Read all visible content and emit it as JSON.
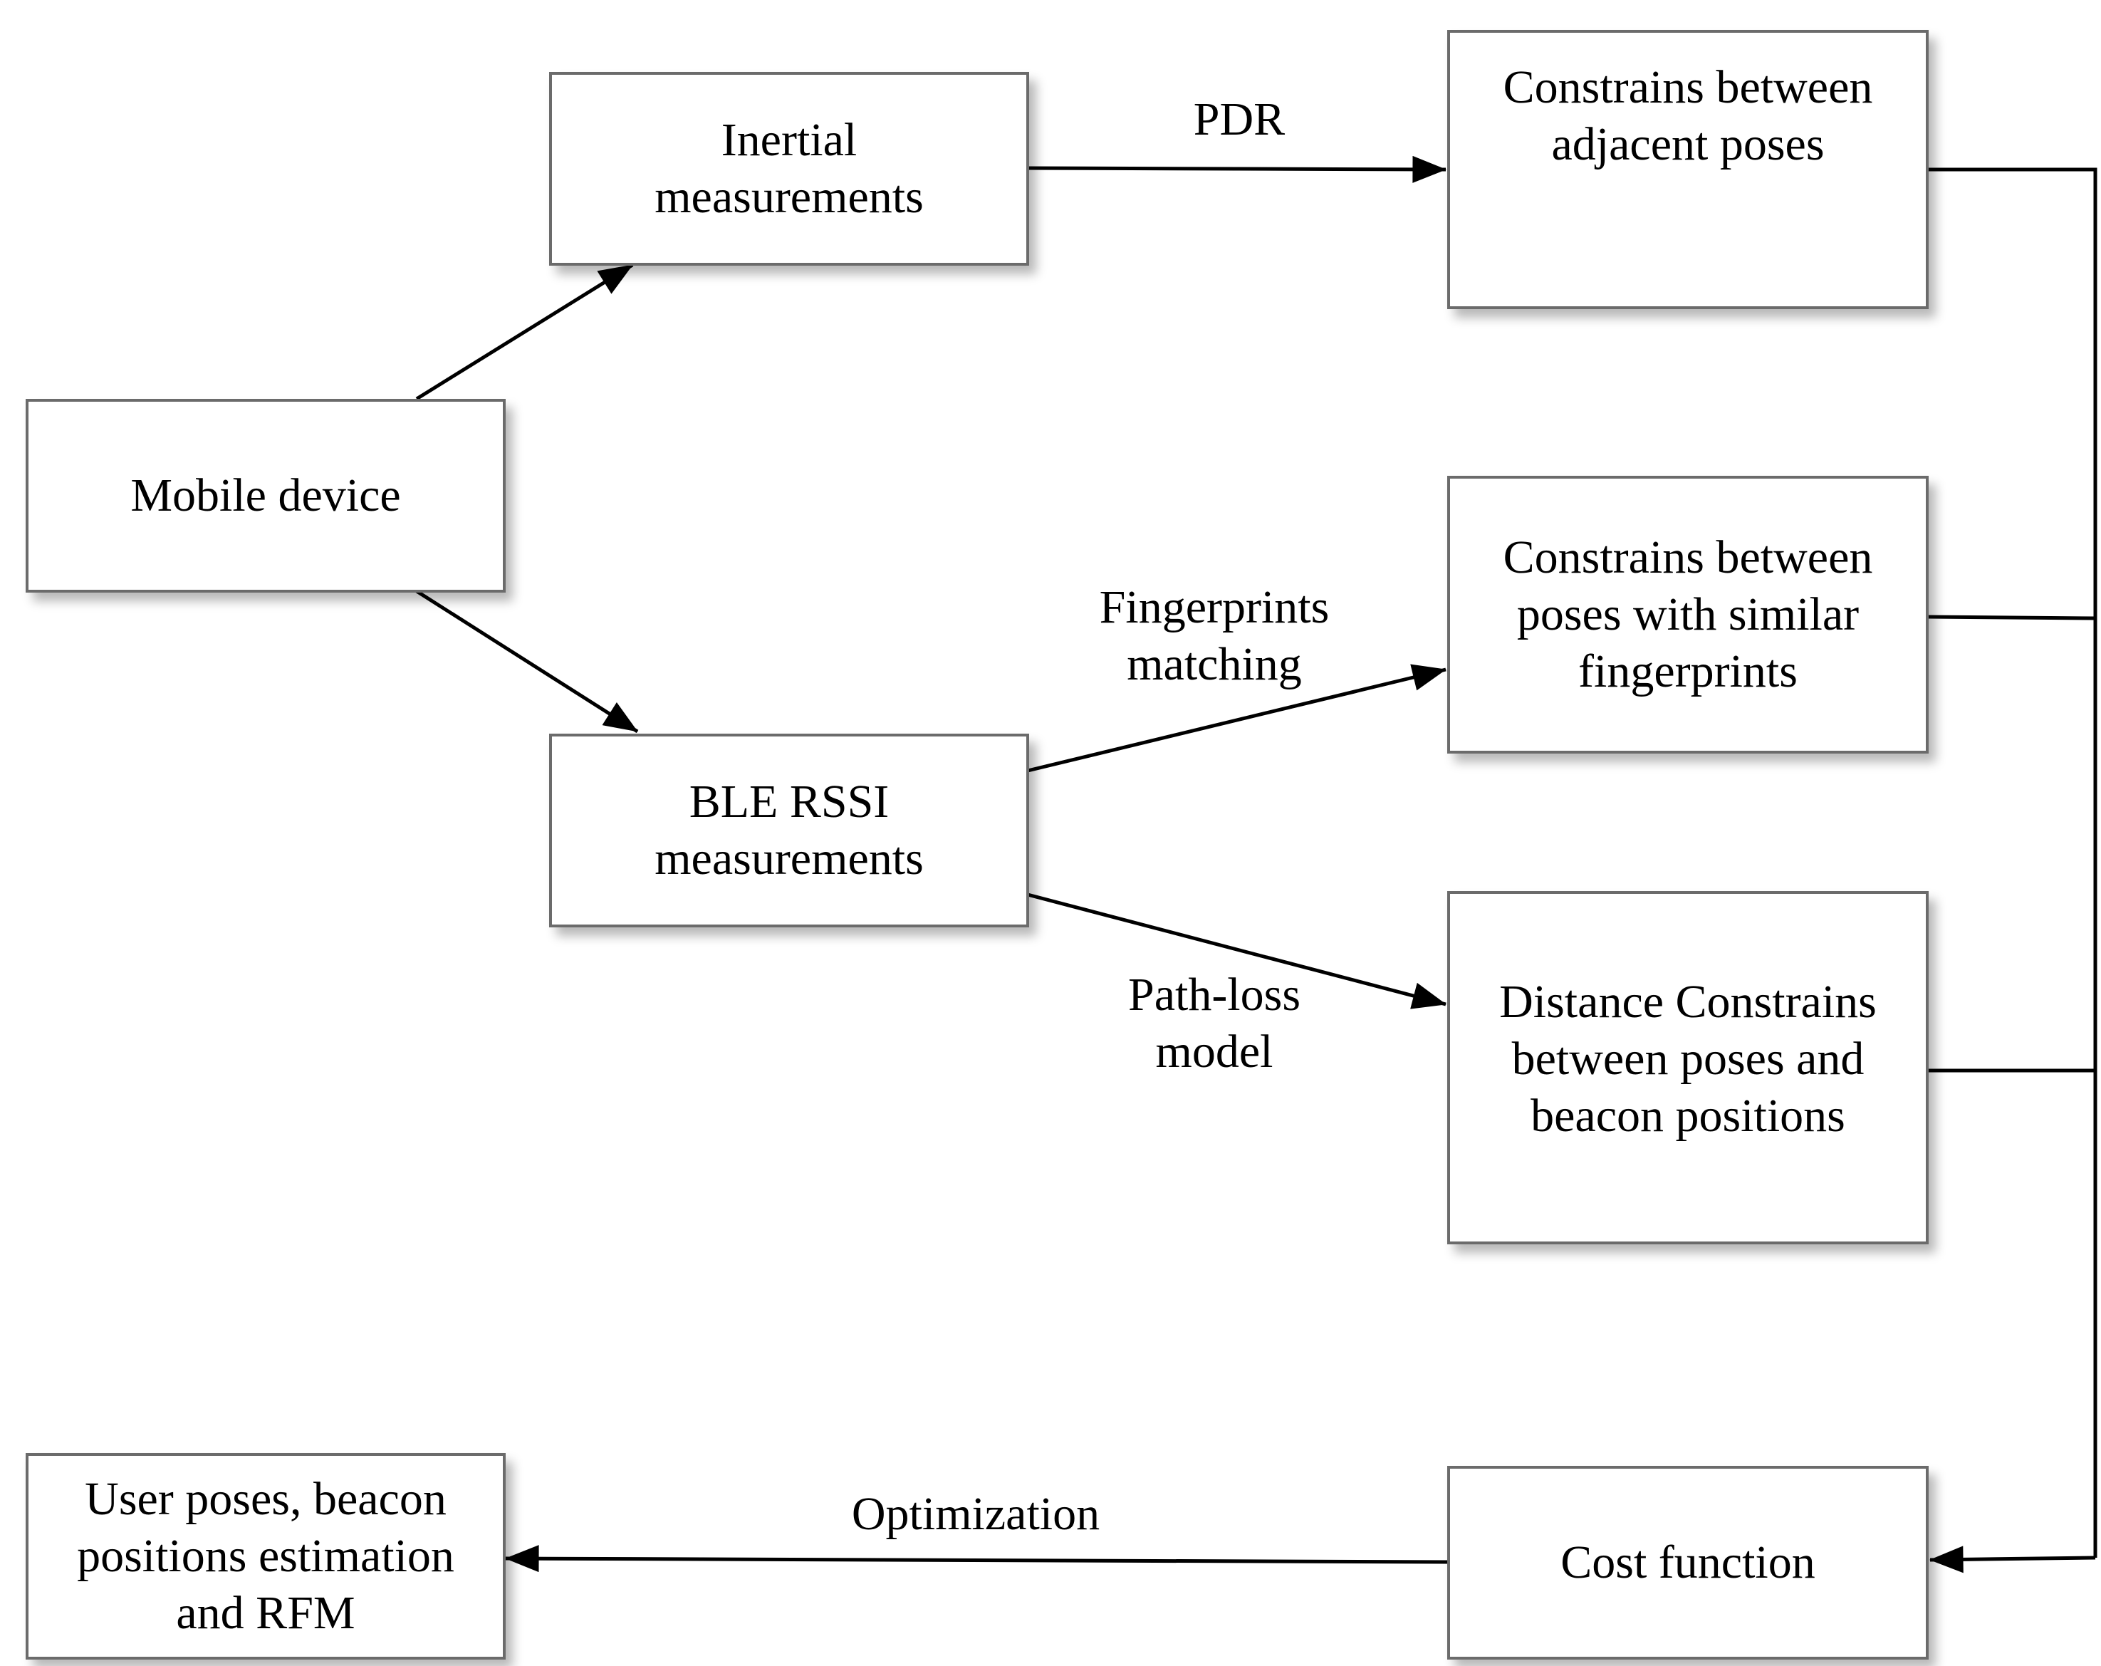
{
  "nodes": {
    "mobile_device": "Mobile device",
    "inertial": "Inertial\nmeasurements",
    "ble_rssi": "BLE RSSI\nmeasurements",
    "constraint_adjacent": "Constrains between\nadjacent poses",
    "constraint_fingerprints": "Constrains between\nposes with similar\nfingerprints",
    "constraint_distance": "Distance Constrains\nbetween poses and\nbeacon positions",
    "cost_function": "Cost function",
    "output": "User poses,  beacon\npositions estimation\nand RFM"
  },
  "edges": {
    "pdr": "PDR",
    "fingerprints_matching": "Fingerprints\nmatching",
    "path_loss_model": "Path-loss\nmodel",
    "optimization": "Optimization"
  }
}
